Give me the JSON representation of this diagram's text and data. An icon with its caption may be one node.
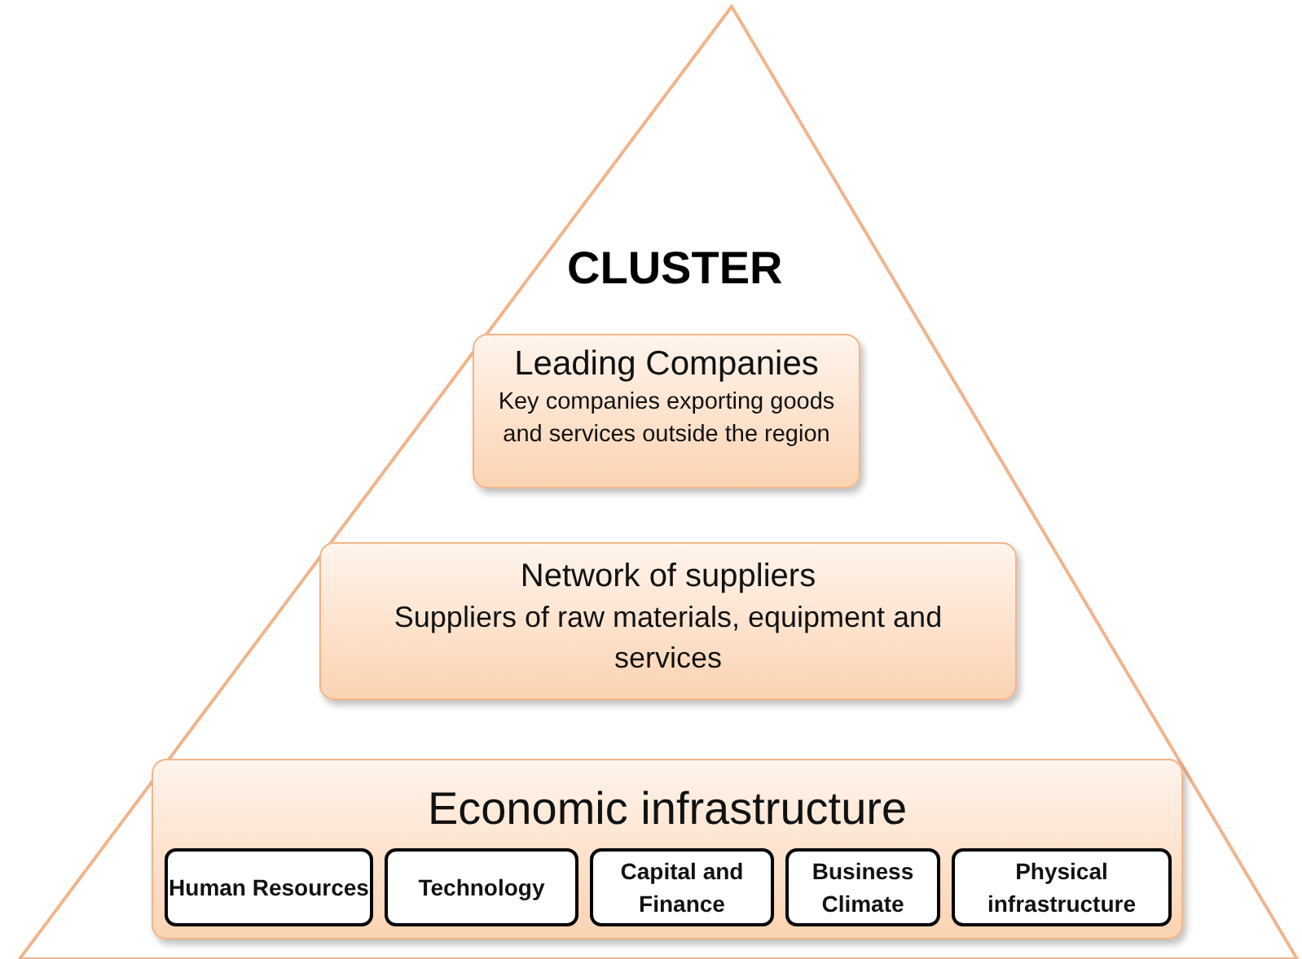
{
  "diagram": {
    "nodes": [
      {
        "text": [
          "CLUSTER"
        ]
      },
      {
        "text": [
          "Leading Companies",
          "Key companies exporting goods and services outside the region"
        ],
        "in": 0
      },
      {
        "text": [
          "Network of suppliers",
          "Suppliers of raw materials, equipment and services"
        ],
        "in": 0
      },
      {
        "text": [
          "Economic infrastructure"
        ],
        "in": 0
      },
      {
        "text": [
          "Human Resources"
        ],
        "in": 3
      },
      {
        "text": [
          "Technology"
        ],
        "in": 3
      },
      {
        "text": [
          "Capital and Finance"
        ],
        "in": 3
      },
      {
        "text": [
          "Business Climate"
        ],
        "in": 3
      },
      {
        "text": [
          "Physical infrastructure"
        ],
        "in": 3
      }
    ],
    "edges": []
  }
}
